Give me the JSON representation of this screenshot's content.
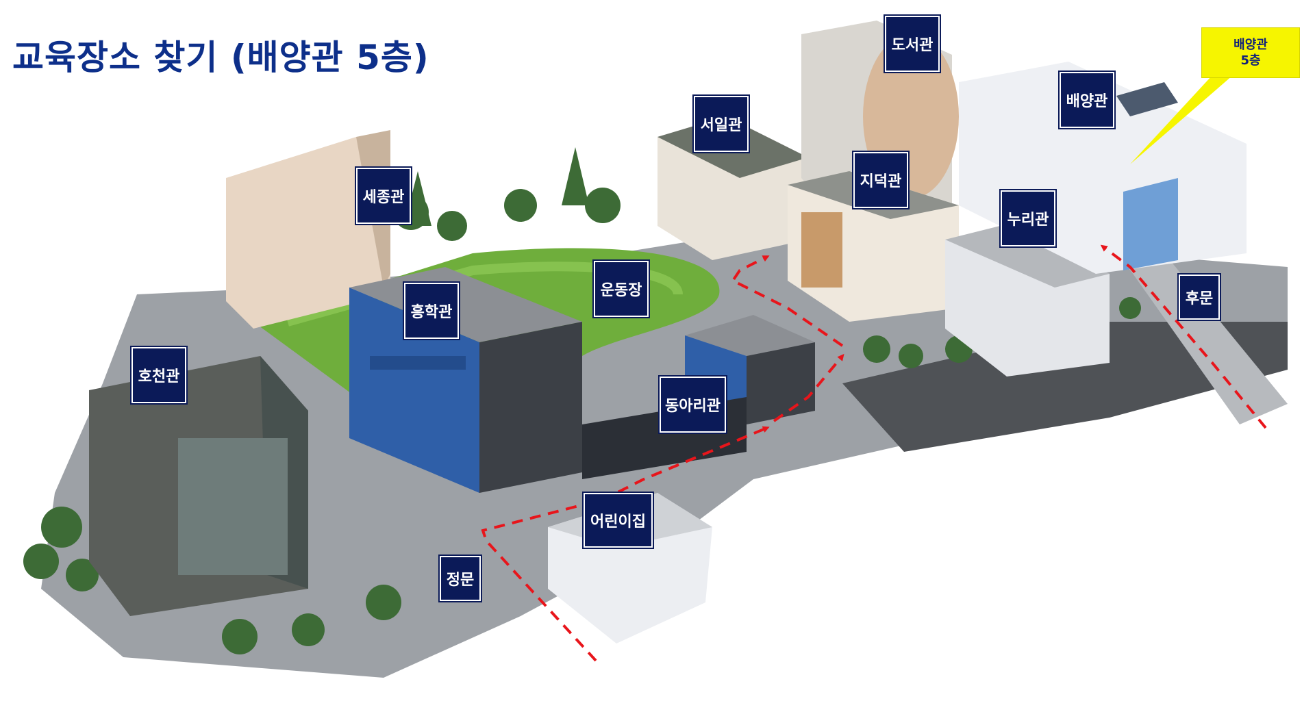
{
  "title": "교육장소 찾기 (배양관 5층)",
  "buildings": {
    "seojong": "세종관",
    "hocheon": "호천관",
    "heunghak": "흥학관",
    "undongjang": "운동장",
    "seoil": "서일관",
    "doseo": "도서관",
    "jideok": "지덕관",
    "baeyang": "배양관",
    "nuri": "누리관",
    "dongari": "동아리관",
    "eorini": "어린이집",
    "jeongmun": "정문",
    "humun": "후문"
  },
  "callout": {
    "line1": "배양관",
    "line2": "5층"
  },
  "colors": {
    "title": "#0d2f8a",
    "label_bg": "#0b1a58",
    "route": "#e8151b",
    "callout": "#f6f500",
    "field": "#6fae3c"
  }
}
